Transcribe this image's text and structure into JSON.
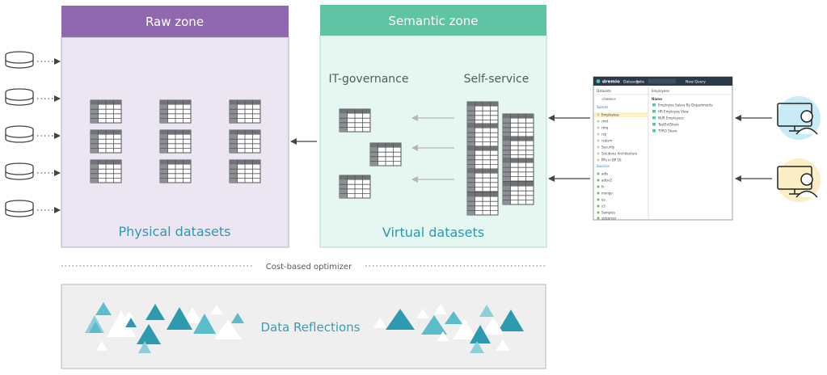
{
  "raw_zone": {
    "title": "Raw zone",
    "footer": "Physical datasets"
  },
  "semantic_zone": {
    "title": "Semantic zone",
    "left_column": "IT-governance",
    "right_column": "Self-service",
    "footer": "Virtual datasets"
  },
  "optimizer": {
    "label": "Cost-based optimizer"
  },
  "reflections": {
    "label": "Data Reflections"
  },
  "dremio_ui": {
    "brand": "dremio",
    "nav": [
      "Datasets",
      "Jobs"
    ],
    "new_query": "New Query",
    "left_header": "Datasets",
    "right_header": "Employees",
    "home": "<home>",
    "spaces_label": "Spaces",
    "spaces": [
      "Employees",
      "rmd",
      "rmq",
      "rsp",
      "rsalsm",
      "Security",
      "Solutions Architecture",
      "PPs in BP 16"
    ],
    "sources_label": "Sources",
    "sources": [
      "adls",
      "adlsv2",
      "fs",
      "mongo",
      "es",
      "s3",
      "Samples",
      "sqlserver"
    ],
    "column_header": "Name",
    "datasets": [
      "Employee Salary By Departments",
      "HR Employee View",
      "NUR Employees",
      "TestExtShare",
      "TYRO Share"
    ]
  },
  "colors": {
    "raw_header": "#9068b0",
    "raw_body": "#ece6f2",
    "semantic_header": "#5ec4a4",
    "semantic_body": "#e6f6f1",
    "accent_text": "#2e98b0",
    "user_blue": "#c8ecf6",
    "user_yellow": "#fbeec4"
  },
  "icons": {
    "sources": "database-icon",
    "datasets": "table-grid-icon",
    "users": "user-at-monitor-icon",
    "reflections": "triangles-pattern"
  }
}
